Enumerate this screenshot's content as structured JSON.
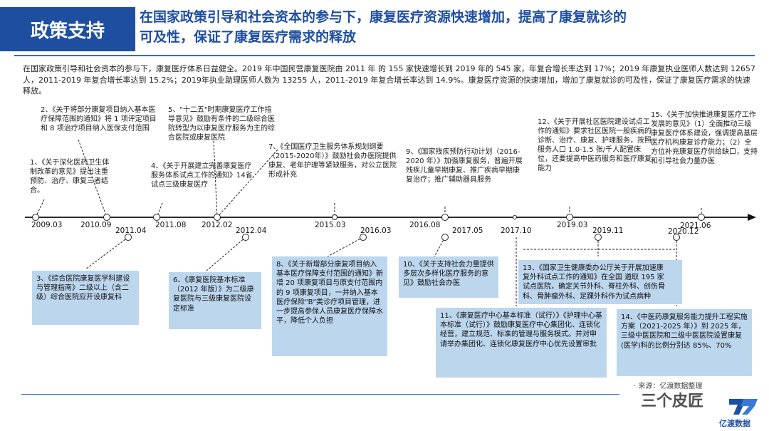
{
  "header": {
    "tag": "政策支持",
    "title_line1": "在国家政策引导和社会资本的参与下，康复医疗资源快速增加，提高了康复就诊的",
    "title_line2": "可及性，保证了康复医疗需求的释放"
  },
  "intro": "在国家政策引导和社会资本的参与下，康复医疗体系日益健全。2019 年中国民营康复医院由 2011 年 的 155 家快速增长到 2019 年的 545 家，年复合增长率达到 17%；2019 年康复执业医师人数达到 12657 人，2011-2019 年复合增长率达到 15.2%；2019年执业助理医师人数为 13255 人，2011-2019 年复合增长率达到 14.9%。康复医疗资源的快速增加，增加了康复就诊的可及性，保证了康复医疗需求的快速释放。",
  "top_notes": [
    "2、《关于将部分康复项目纳入基本医疗保障范围的通知》将 1 项评定项目和 8 项治疗项目纳入医保支付范围",
    "5、\"十二五\"时期康复医疗工作指导意见》鼓励有条件的二级综合医院转型为以康复医疗服务为主的综合医院或康复医院",
    "1、《关于深化医药卫生体制改革的意见》提出注重预防、治疗、康复三者结合。",
    "4、《关于开展建立完善康复医疗服务体系试点工作的通知》14省试点三级康复医疗",
    "7、《全国医疗卫生服务体系规划纲要（2015-2020年）》鼓励社会办医院提供康复、老年护理等紧缺服务，对公立医院形成补充",
    "9、《国家残疾预防行动计划（2016-2020 年）》加强康复服务，普遍开展残疾儿童早期康复、推广疾病早期康复治疗；推广辅助器具服务",
    "12、《关于开展社区医院建设试点工作的通知》要求社区医院一般疾病的诊断、治疗、康复、护理服务，按照服务人口 1.0-1.5 张/千人配置床位，还要提高中医药服务和医疗康复能力",
    "15、《关于加快推进康复医疗工作发展的意见》（1）全面推动三级康复医疗体系建设，强调提高基层医疗机构康复诊疗能力；（2）全方位补充康复医疗供给缺口，支持和引导社会力量办医"
  ],
  "top_dates": [
    "2009.03",
    "2010.09",
    "2011.08",
    "2012.02",
    "2015.03",
    "2016.08",
    "2017.10",
    "2019.03",
    "2021.06"
  ],
  "bottom_dates": [
    "2011.04",
    "2012.04",
    "2016.03",
    "2017.05",
    "2019.11",
    "2020.12"
  ],
  "bottom_boxes": [
    "3、《综合医院康复医学科建设与管理指南》二级以上（含二级）综合医院应开设康复科",
    "6、《康复医院基本标准（2012 年版）》为二级康复医院与三级康复医院设定标准",
    "8、《关于新增部分康复项目纳入基本医疗保障支付范围的通知》新增 20 项康复项目与原支付范围内的 9 项康复项目，一并纳入基本医疗保险\"B\"类诊疗项目管理，进一步提高参保人员康复医疗保障水平，降低个人负担",
    "10、《关于支持社会力量提供多层次多样化医疗服务的意见》鼓励社会办医",
    "11、《康复医疗中心基本标准（试行）》《护理中心基本标准（试行）》鼓励康复医疗中心集团化、连锁化经营，建立规范、标准的管理与服务模式。并对申请举办集团化、连锁化康复医疗中心优先设置审批",
    "13、《国家卫生健康委办公厅关于开展加速康复外科试点工作的通知》在全国 遴取 195 家试点医院，确定关节外科、脊柱外科、创伤骨科、骨肿瘤外科、足踝外科作为试点病种",
    "14、《中医药康复服务能力提升工程实施方案（2021-2025 年）》到 2025 年，三级中医医院和二级中医医院设置康复(医学)科的比例分别达 85%、70%"
  ],
  "footer": {
    "source": "· 来源：亿渡数据整理",
    "watermark": "三个皮匠",
    "logo": "亿渡数据"
  }
}
